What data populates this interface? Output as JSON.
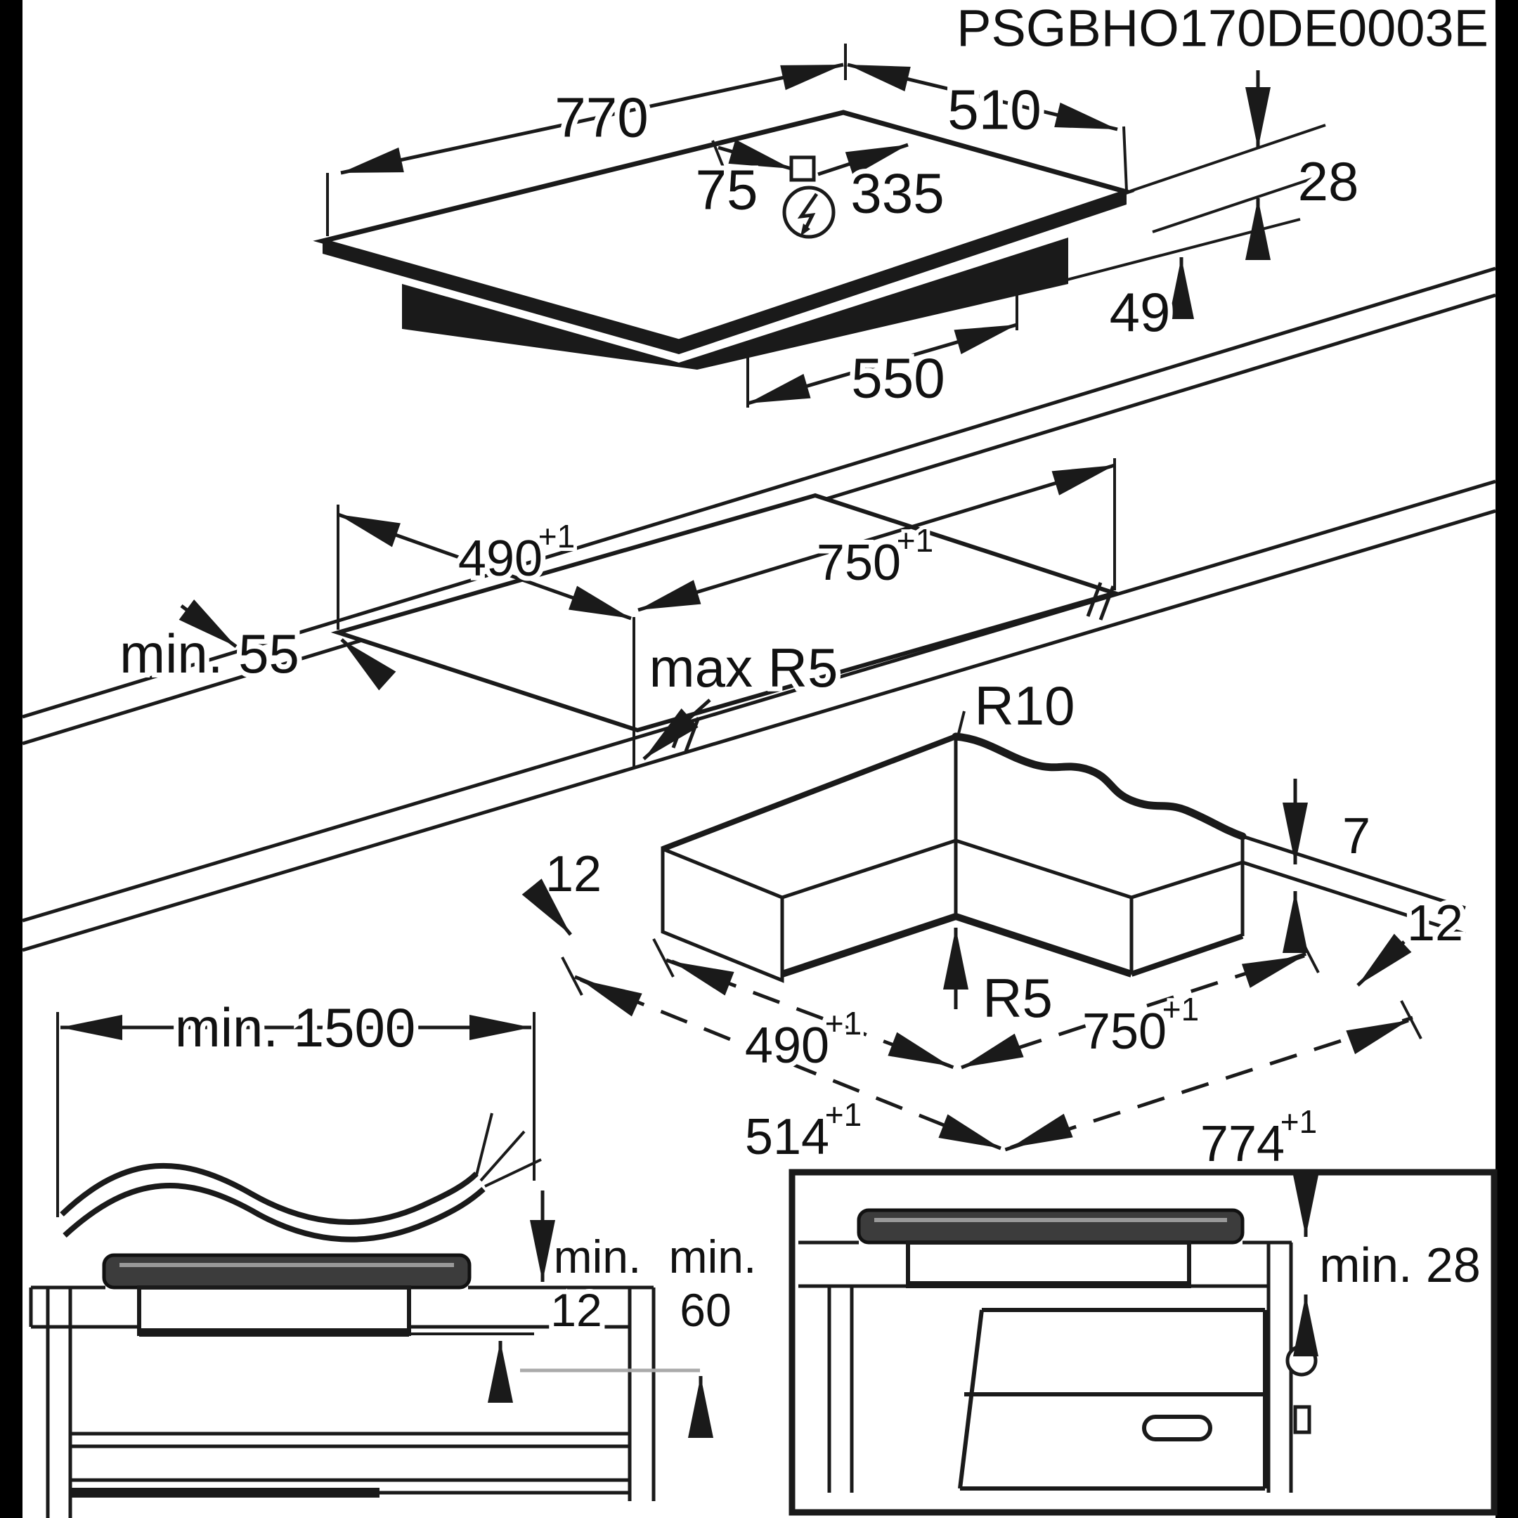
{
  "drawing_code": "PSGBHO170DE0003E",
  "colors": {
    "line": "#1a1a1a",
    "background": "#ffffff",
    "edge_bars": "#000000",
    "hob_glass_fill": "#3c3c3c",
    "hob_glass_highlight": "#999999",
    "reference_line_gray": "#aaaaaa"
  },
  "sup": "+1",
  "hob_view": {
    "width": "770",
    "depth": "510",
    "power_offset_left": "75",
    "power_offset_right": "335",
    "thickness_above": "28",
    "thickness_below": "49",
    "casing_width": "550",
    "power_icon": "lightning-in-circle"
  },
  "worktop_view": {
    "back_clearance": "min. 55",
    "cutout_depth": "490",
    "cutout_width": "750",
    "corner_radius_max": "max R5"
  },
  "corner_view": {
    "outer_radius": "R10",
    "inner_radius": "R5",
    "lip_height": "7",
    "overhang_left": "12",
    "overhang_right": "12",
    "cutout_depth": "490",
    "cutout_width": "750",
    "outer_depth": "514",
    "outer_width": "774"
  },
  "cable_view": {
    "cable_length": "min. 1500"
  },
  "section_left": {
    "min_label_1": "min.",
    "drawer_clearance": "12",
    "min_label_2": "min.",
    "shelf_clearance": "60"
  },
  "section_right": {
    "oven_clearance": "min. 28"
  }
}
